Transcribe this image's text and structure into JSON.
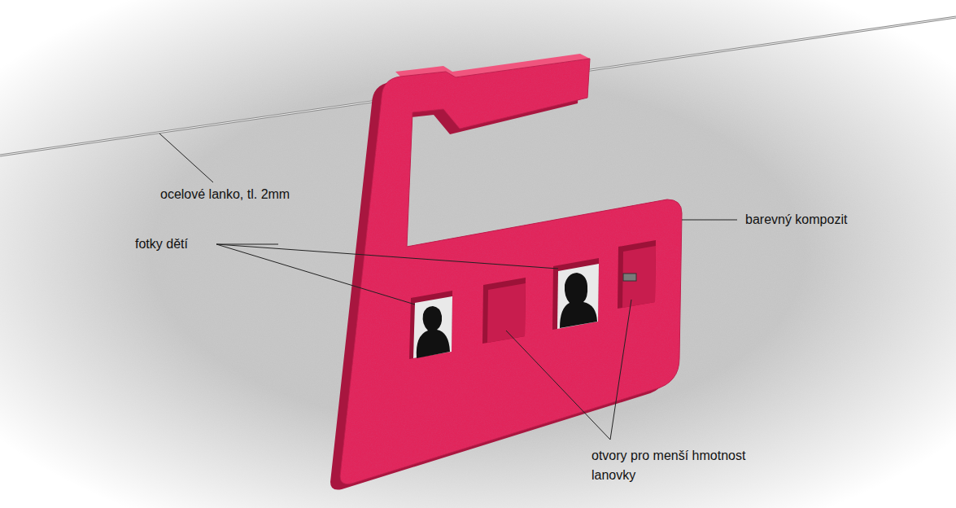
{
  "diagram": {
    "labels": [
      "ocelové lanko, tl. 2mm",
      "barevný kompozit",
      "fotky dětí",
      "otvory pro menší hmotnost lanovky"
    ]
  }
}
